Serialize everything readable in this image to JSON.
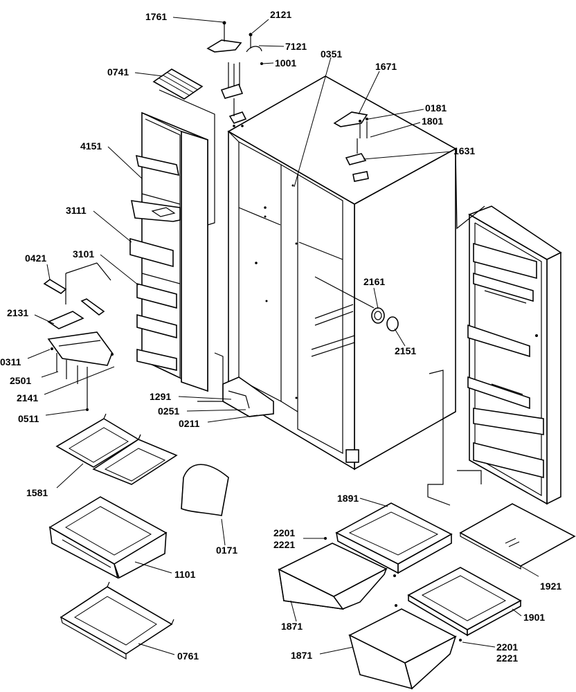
{
  "labels": {
    "p1761": "1761",
    "p2121": "2121",
    "p7121": "7121",
    "p1001": "1001",
    "p0741": "0741",
    "p0351": "0351",
    "p1671": "1671",
    "p0181": "0181",
    "p1801": "1801",
    "p1631": "1631",
    "p4151": "4151",
    "p3111": "3111",
    "p3101": "3101",
    "p0421": "0421",
    "p2131": "2131",
    "p0311": "0311",
    "p2501": "2501",
    "p2141": "2141",
    "p0511": "0511",
    "p1291": "1291",
    "p0251": "0251",
    "p0211": "0211",
    "p2161": "2161",
    "p2151": "2151",
    "p1581": "1581",
    "p1101": "1101",
    "p0171": "0171",
    "p0761": "0761",
    "p1891": "1891",
    "p2201a": "2201",
    "p2221a": "2221",
    "p1871a": "1871",
    "p1921": "1921",
    "p1901": "1901",
    "p1871b": "1871",
    "p2201b": "2201",
    "p2221b": "2221"
  }
}
